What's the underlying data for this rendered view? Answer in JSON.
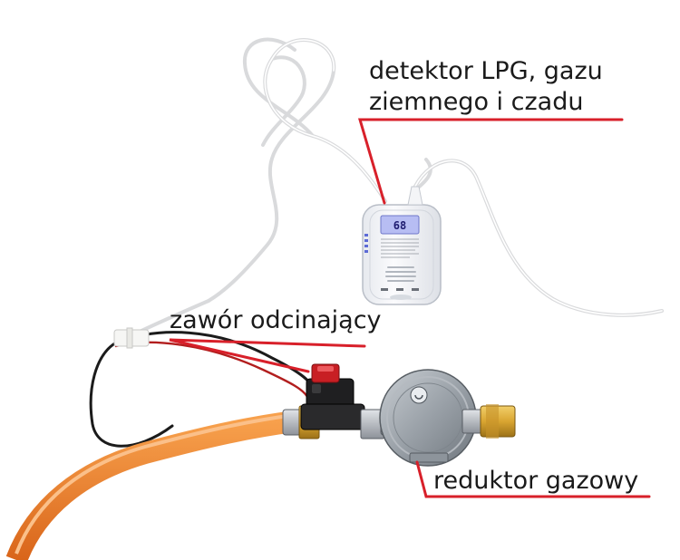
{
  "labels": {
    "detector_line1": "detektor LPG, gazu",
    "detector_line2": "ziemnego i czadu",
    "valve": "zawór odcinający",
    "reducer": "reduktor gazowy"
  },
  "detector_display": "68",
  "colors": {
    "callout_line": "#d8202a",
    "hose": "#f07c1e",
    "cable": "#f4f4f4",
    "brass": "#d9a531",
    "reducer_body": "#9aa1a8"
  }
}
